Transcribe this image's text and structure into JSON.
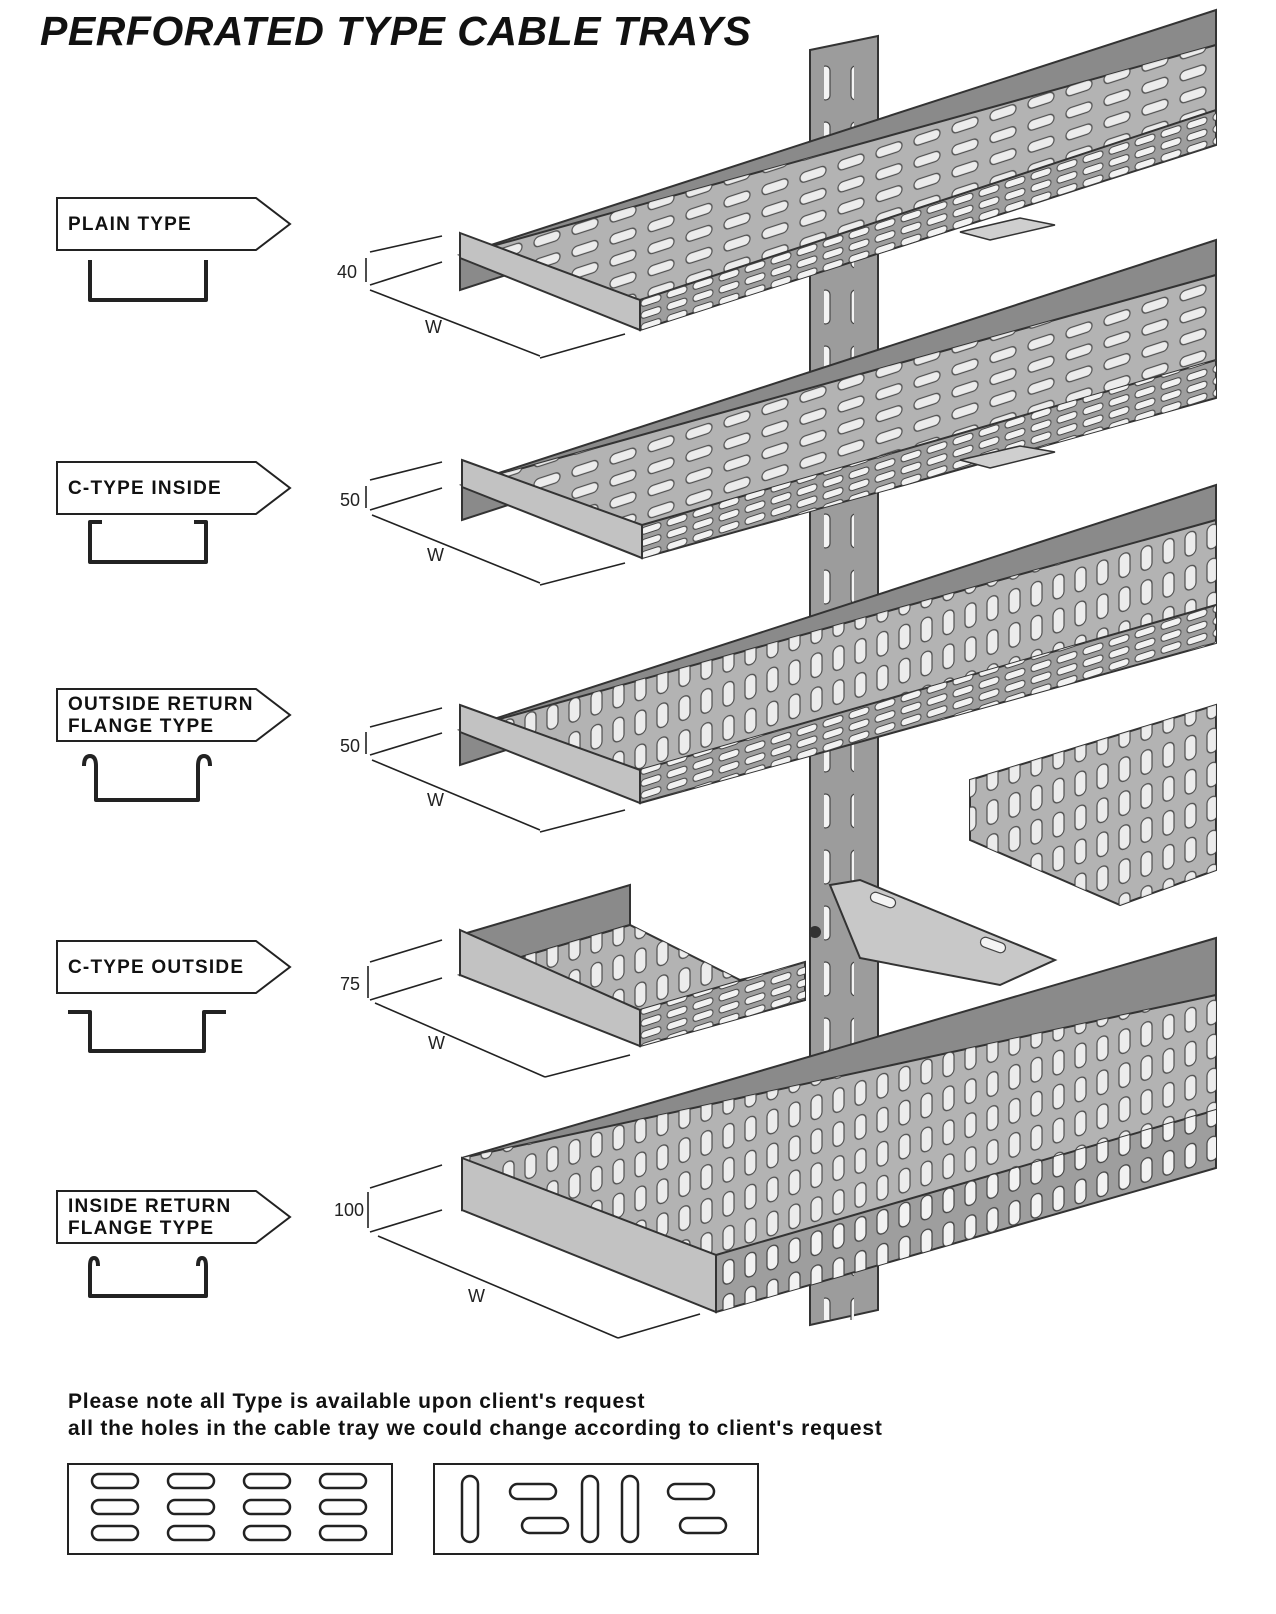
{
  "title": "PERFORATED TYPE CABLE TRAYS",
  "types": [
    {
      "lines": [
        "PLAIN TYPE"
      ],
      "profile": "plain",
      "height_label": "40",
      "width_label": "W"
    },
    {
      "lines": [
        "C-TYPE INSIDE"
      ],
      "profile": "c-inside",
      "height_label": "50",
      "width_label": "W"
    },
    {
      "lines": [
        "OUTSIDE RETURN",
        "FLANGE TYPE"
      ],
      "profile": "outside-return-flange",
      "height_label": "50",
      "width_label": "W"
    },
    {
      "lines": [
        "C-TYPE OUTSIDE"
      ],
      "profile": "c-outside",
      "height_label": "75",
      "width_label": "W"
    },
    {
      "lines": [
        "INSIDE RETURN",
        "FLANGE TYPE"
      ],
      "profile": "inside-return-flange",
      "height_label": "100",
      "width_label": "W"
    }
  ],
  "notes": [
    "Please note all Type is available upon client's request",
    "all the holes in the cable tray we could change according to client's request"
  ],
  "colors": {
    "tray": "#a9a9a9",
    "tray_dark": "#7d7d7d",
    "hole": "#f4f4f4",
    "outline": "#333333",
    "post": "#9a9a9a"
  }
}
